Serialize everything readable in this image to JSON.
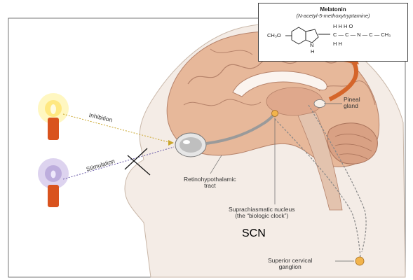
{
  "labels": {
    "inhibition": "Inhibition",
    "stimulation": "Stimulation",
    "retino_line1": "Retinohypothalamic",
    "retino_line2": "tract",
    "pineal_line1": "Pineal",
    "pineal_line2": "gland",
    "scn_line1": "Suprachiasmatic nucleus",
    "scn_line2": "(the “biologic clock”)",
    "scn_short": "SCN",
    "scg_line1": "Superior cervical",
    "scg_line2": "ganglion"
  },
  "melatonin": {
    "title": "Melatonin",
    "subtitle": "(N-acetyl-5-methoxytryptamine)",
    "methoxy": "CH₃O",
    "chain": "C — C — N — C — CH₃",
    "h_top": "H    H    H    O",
    "h_bottom": "H    H",
    "nh": "N",
    "h_ring": "H"
  },
  "colors": {
    "brain": "#e7b89a",
    "skin": "#f4ece6",
    "candle": "#d9531e",
    "flame_yellow": "#ffe57a",
    "glow_purple": "#b7a6d9",
    "arrow_orange": "#d5652a"
  }
}
